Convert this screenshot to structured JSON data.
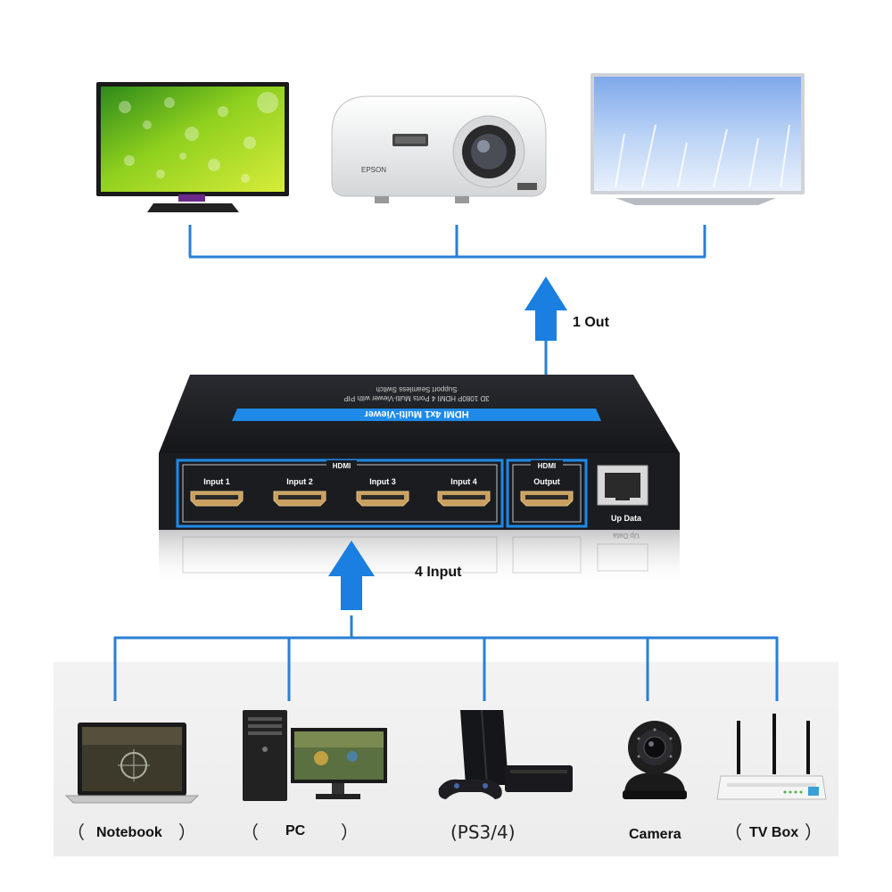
{
  "colors": {
    "connector": "#2a7fd6",
    "arrow": "#1a7fe0",
    "device_body": "#1c1d21",
    "device_stripe": "#1f8ae8",
    "label_text": "#111111",
    "bottom_panel": "#efefef"
  },
  "labels": {
    "out": "1 Out",
    "in": "4 Input"
  },
  "device": {
    "stripe_title": "HDMI 4x1 Multi-Viewer",
    "top_line_1": "3D 1080P HDMI 4 Ports Multi-Viewer with PIP",
    "top_line_2": "Support Seamless Switch",
    "group_in": "HDMI",
    "group_out": "HDMI",
    "inputs": [
      "Input 1",
      "Input 2",
      "Input 3",
      "Input 4"
    ],
    "output": "Output",
    "updata": "Up Data",
    "reflection": "Up Data"
  },
  "displays": [
    {
      "id": "tv",
      "icon": "tv-icon"
    },
    {
      "id": "projector",
      "icon": "projector-icon",
      "brand": "EPSON"
    },
    {
      "id": "monitor",
      "icon": "monitor-icon"
    }
  ],
  "sources": [
    {
      "label": "Notebook",
      "open": "（",
      "close": "）",
      "icon": "notebook-icon"
    },
    {
      "label": "PC",
      "open": "（",
      "close": "）",
      "icon": "pc-icon"
    },
    {
      "label": "(PS3/4)",
      "icon": "console-icon"
    },
    {
      "label": "Camera",
      "icon": "camera-icon"
    },
    {
      "label": "TV Box",
      "open": "（",
      "close": "）",
      "icon": "router-icon"
    }
  ]
}
